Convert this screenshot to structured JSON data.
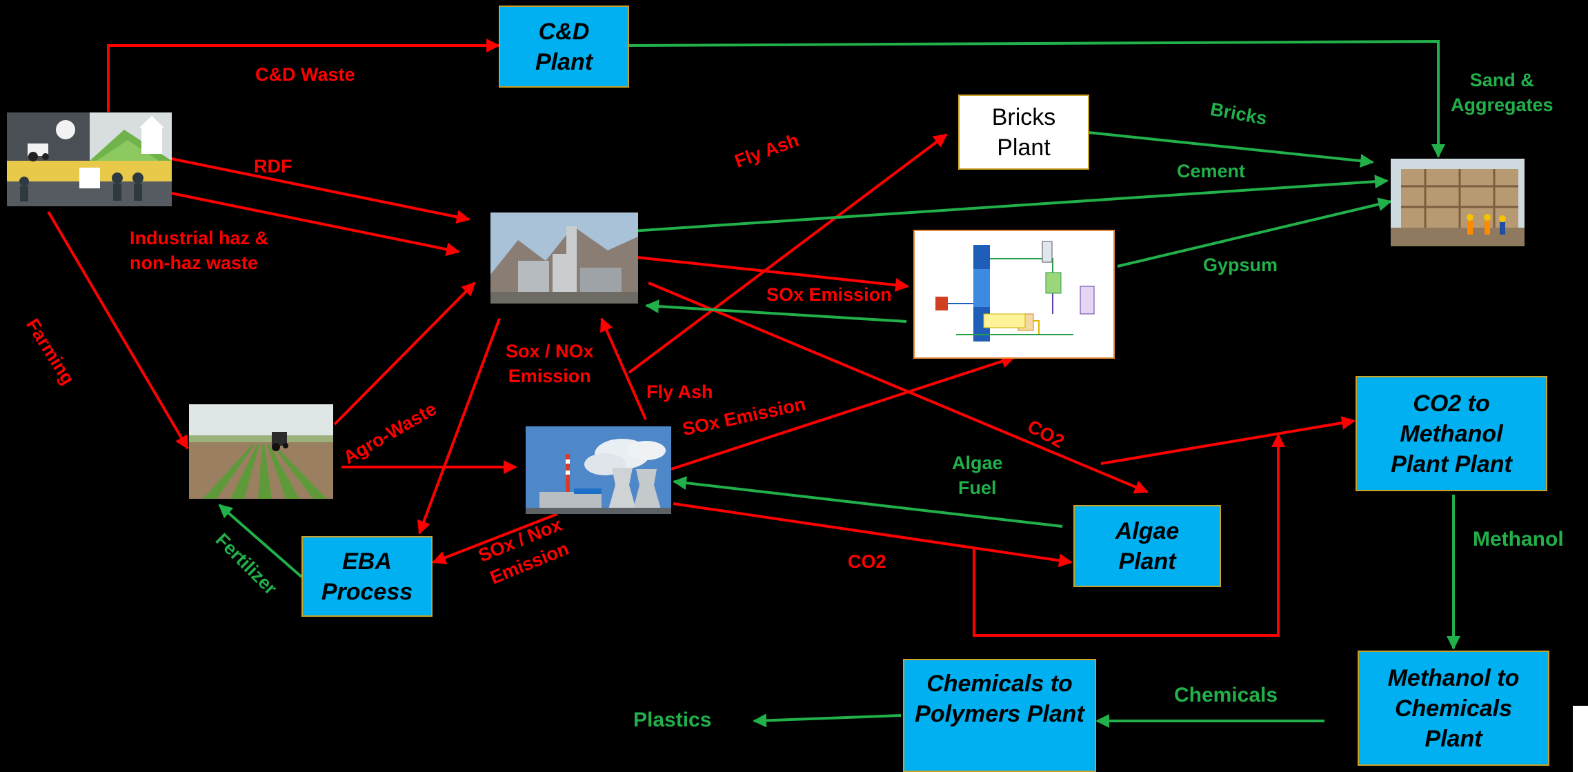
{
  "nodes": {
    "cd_plant": "C&D\nPlant",
    "bricks_plant": "Bricks\nPlant",
    "co2_methanol_plant": "CO2 to\nMethanol\nPlant Plant",
    "algae_plant": "Algae\nPlant",
    "eba_process": "EBA\nProcess",
    "methanol_chemicals_plant": "Methanol to\nChemicals\nPlant",
    "chemicals_polymers_plant": "Chemicals to\nPolymers  Plant"
  },
  "images": {
    "community": "farming-community-illustration",
    "cement_plant": "cement-plant-photo",
    "construction_site": "construction-site-photo",
    "fgd_process": "flue-gas-desulfurization-schematic",
    "farm_field": "tractor-farm-field-photo",
    "power_plant": "thermal-power-plant-photo"
  },
  "labels": {
    "cd_waste": "C&D Waste",
    "rdf": "RDF",
    "industrial_waste": "Industrial haz &\nnon-haz waste",
    "farming": "Farming",
    "fly_ash_top": "Fly Ash",
    "bricks": "Bricks",
    "sand_aggregates": "Sand &\nAggregates",
    "cement": "Cement",
    "gypsum": "Gypsum",
    "sox_emission_cement": "SOx Emission",
    "sox_nox_emission": "Sox / NOx\nEmission",
    "fly_ash_mid": "Fly Ash",
    "sox_emission_power": "SOx Emission",
    "agro_waste": "Agro-Waste",
    "co2_cement": "CO2",
    "algae_fuel": "Algae\nFuel",
    "co2_power": "CO2",
    "fertilizer": "Fertilizer",
    "sox_nox_emission_power": "SOx / Nox\nEmission",
    "methanol": "Methanol",
    "chemicals": "Chemicals",
    "plastics": "Plastics"
  },
  "colors": {
    "red_flow": "#ff0000",
    "green_flow": "#22b04a",
    "box_fill": "#00b0f0",
    "box_border": "#c9a227",
    "background": "#000000"
  }
}
